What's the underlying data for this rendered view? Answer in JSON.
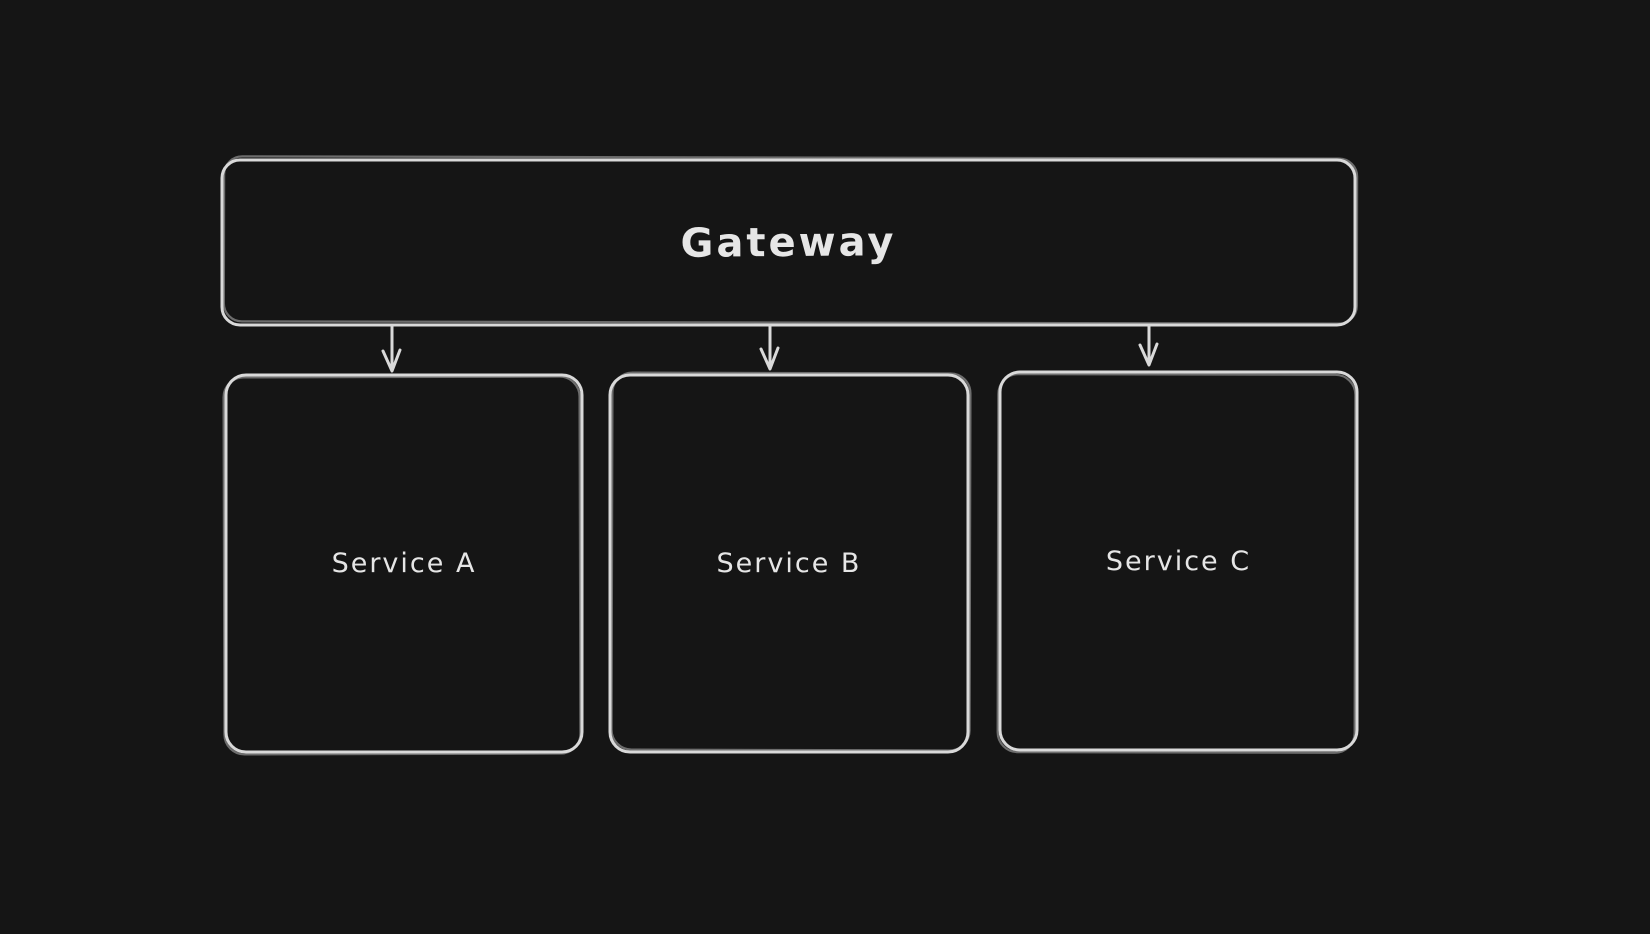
{
  "colors": {
    "background": "#151515",
    "stroke": "#d9d9d9",
    "text": "#e6e6e6"
  },
  "diagram": {
    "nodes": {
      "gateway": {
        "label": "Gateway"
      },
      "service_a": {
        "label": "Service A"
      },
      "service_b": {
        "label": "Service B"
      },
      "service_c": {
        "label": "Service C"
      }
    },
    "edges": [
      {
        "from": "Gateway",
        "to": "Service A"
      },
      {
        "from": "Gateway",
        "to": "Service B"
      },
      {
        "from": "Gateway",
        "to": "Service C"
      }
    ]
  }
}
